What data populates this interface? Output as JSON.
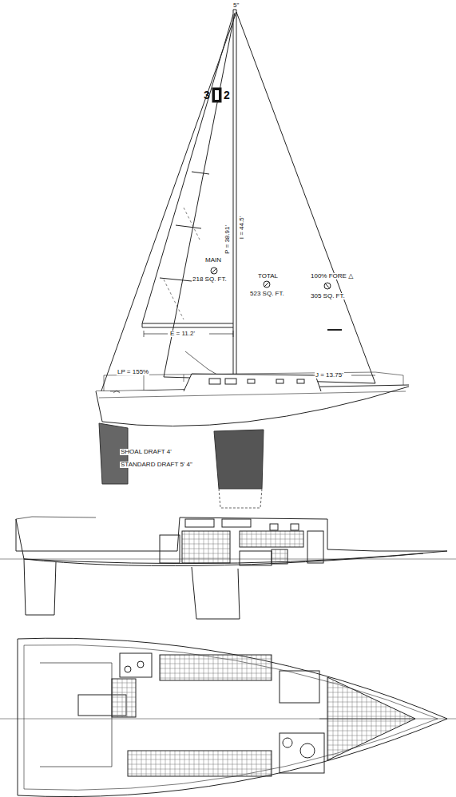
{
  "diagram": {
    "labels": [
      "5\"",
      "3",
      "2",
      "P = 38.91'",
      "I = 44.5'",
      "MAIN",
      "218 SQ. FT.",
      "TOTAL",
      "523 SQ. FT.",
      "100% FORE △",
      "305 SQ. FT.",
      "E = 11.2'",
      "J = 13.75'",
      "LP = 155%",
      "SHOAL DRAFT 4'",
      "STANDARD DRAFT 5' 4\""
    ]
  }
}
